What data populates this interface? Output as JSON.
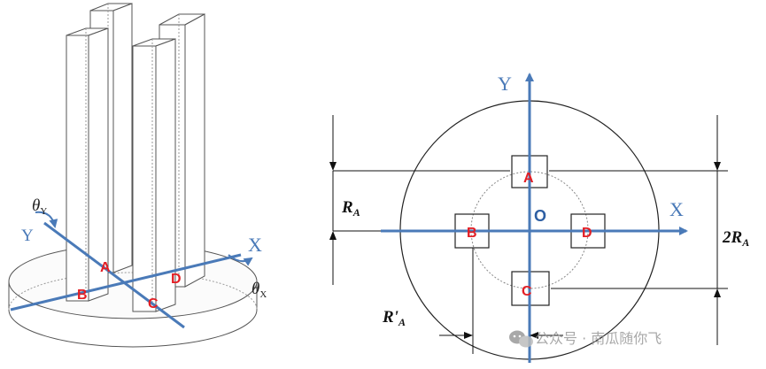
{
  "left_figure": {
    "columns": [
      "A",
      "B",
      "C",
      "D"
    ],
    "axis_x": "X",
    "axis_y": "Y",
    "rot_y": {
      "symbol": "θ",
      "sub": "Y"
    },
    "rot_x": {
      "symbol": "θ",
      "sub": "X"
    }
  },
  "right_figure": {
    "points": [
      "A",
      "B",
      "C",
      "D"
    ],
    "origin": "O",
    "axis_x": "X",
    "axis_y": "Y",
    "dim_RA": {
      "main": "R",
      "sub": "A"
    },
    "dim_2RA": {
      "main": "2R",
      "sub": "A"
    },
    "dim_RpA": {
      "main": "R'",
      "sub": "A"
    }
  },
  "watermark": {
    "text": "公众号 · 南瓜随你飞"
  },
  "colors": {
    "axis_blue": "#4a7ab8",
    "label_red": "#e31e24",
    "line": "#333333"
  }
}
